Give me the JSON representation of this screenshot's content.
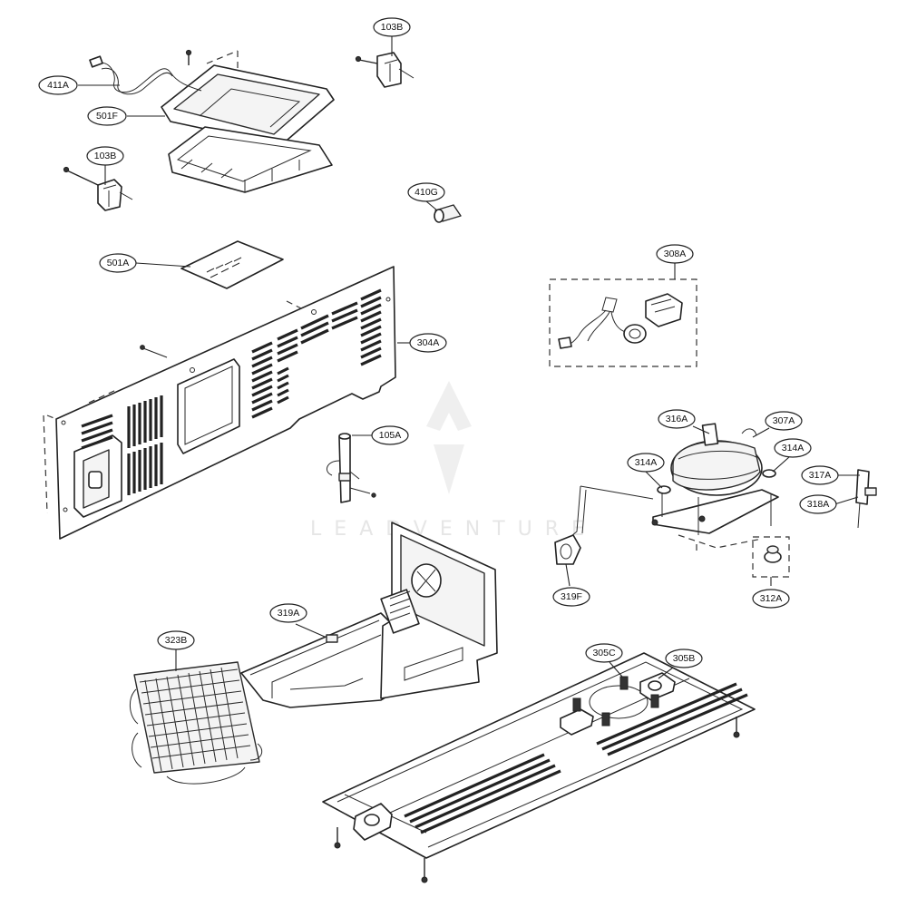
{
  "callouts": {
    "c411A": "411A",
    "c501F": "501F",
    "c103B_top": "103B",
    "c103B_left": "103B",
    "c410G": "410G",
    "c501A": "501A",
    "c308A": "308A",
    "c304A": "304A",
    "c105A": "105A",
    "c316A": "316A",
    "c307A": "307A",
    "c314A_left": "314A",
    "c314A_right": "314A",
    "c317A": "317A",
    "c318A": "318A",
    "c319F": "319F",
    "c312A": "312A",
    "c319A": "319A",
    "c323B": "323B",
    "c305C": "305C",
    "c305B": "305B"
  },
  "watermark": "LEADVENTURE",
  "colors": {
    "ink": "#222222",
    "paper": "#ffffff",
    "watermark": "#e6e6e6"
  }
}
